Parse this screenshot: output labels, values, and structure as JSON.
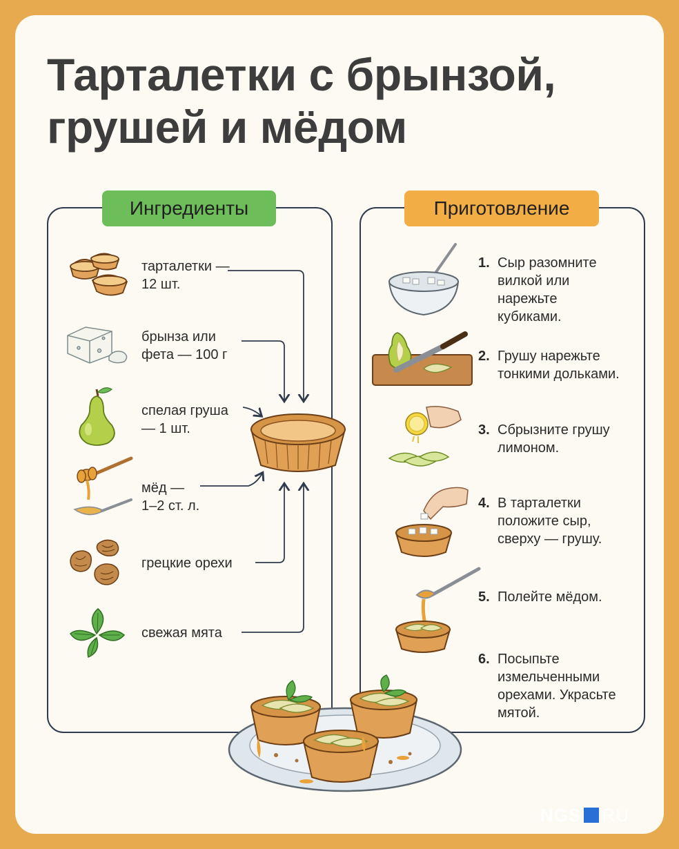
{
  "title": {
    "line1": "Тарталетки с брынзой,",
    "line2": "грушей и мёдом"
  },
  "ingredients": {
    "header": "Ингредиенты",
    "items": [
      {
        "line1": "тарталетки —",
        "line2": "12 шт.",
        "icon": "tartlets-icon"
      },
      {
        "line1": "брынза или",
        "line2": "фета — 100 г",
        "icon": "cheese-icon"
      },
      {
        "line1": "спелая груша",
        "line2": "— 1 шт.",
        "icon": "pear-icon"
      },
      {
        "line1": "мёд —",
        "line2": "1–2 ст. л.",
        "icon": "honey-icon"
      },
      {
        "line1": "грецкие орехи",
        "line2": "",
        "icon": "walnuts-icon"
      },
      {
        "line1": "свежая мята",
        "line2": "",
        "icon": "mint-icon"
      }
    ]
  },
  "preparation": {
    "header": "Приготовление",
    "steps": [
      {
        "num": "1.",
        "lines": [
          "Сыр разомните",
          "вилкой или",
          "нарежьте",
          "кубиками."
        ]
      },
      {
        "num": "2.",
        "lines": [
          "Грушу нарежьте",
          "тонкими дольками."
        ]
      },
      {
        "num": "3.",
        "lines": [
          "Сбрызните грушу",
          "лимоном."
        ]
      },
      {
        "num": "4.",
        "lines": [
          "В тарталетки",
          "положите сыр,",
          "сверху — грушу."
        ]
      },
      {
        "num": "5.",
        "lines": [
          "Полейте мёдом."
        ]
      },
      {
        "num": "6.",
        "lines": [
          "Посыпьте",
          "измельченными",
          "орехами. Украсьте",
          "мятой."
        ]
      }
    ]
  },
  "logo": {
    "left": "NGS",
    "right": "RU"
  },
  "colors": {
    "background": "#e8aa4e",
    "card": "#fdfaf3",
    "green_tag": "#6dbd5a",
    "orange_tag": "#f2ad45",
    "frame": "#2f3b4c",
    "logo_square": "#2a6fd6"
  }
}
